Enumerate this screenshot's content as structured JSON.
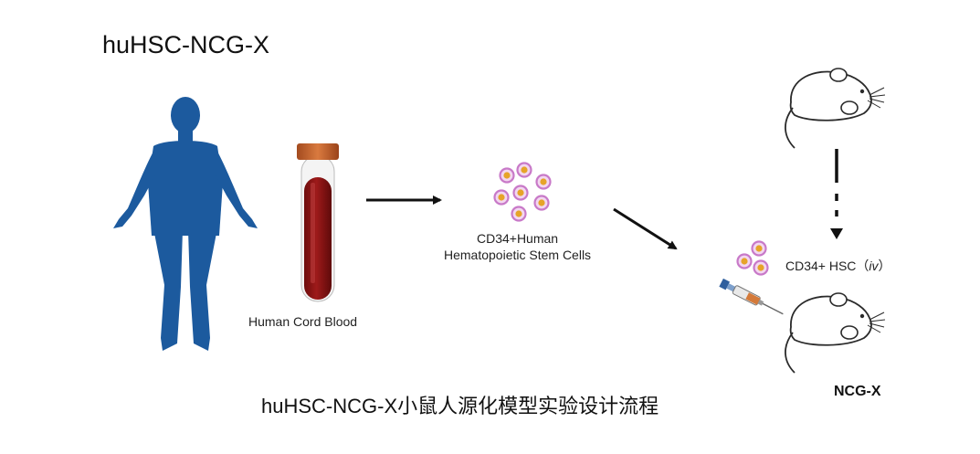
{
  "title": "huHSC-NCG-X",
  "labels": {
    "cord_blood": "Human Cord Blood",
    "cells_line1": "CD34+Human",
    "cells_line2": "Hematopoietic Stem Cells",
    "injection_prefix": "CD34+ HSC（",
    "injection_route": "iv",
    "injection_suffix": "）",
    "mouse_model": "NCG-X"
  },
  "caption": "huHSC-NCG-X小鼠人源化模型实验设计流程",
  "colors": {
    "silhouette": "#1c5a9e",
    "blood": "#8e1313",
    "tube_cap": "#c0602a",
    "cell_ring": "#c879c8",
    "cell_core": "#e6a428",
    "arrow": "#111111"
  },
  "icons": [
    "human-silhouette-icon",
    "blood-tube-icon",
    "stem-cell-icon",
    "mouse-icon",
    "syringe-icon",
    "arrow-icon"
  ]
}
